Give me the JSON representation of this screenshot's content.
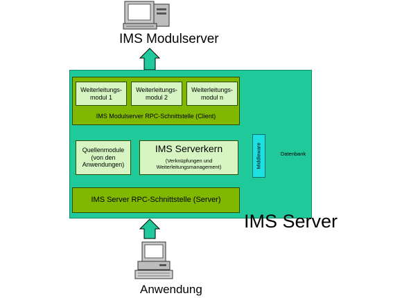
{
  "top_label": "IMS Modulserver",
  "bottom_label": "Anwendung",
  "server_label": "IMS Server",
  "client_box": {
    "modules": [
      "Weiterleitungs-modul 1",
      "Weiterleitungs-modul 2",
      "Weiterleitungs-modul n"
    ],
    "label": "IMS Modulserver RPC-Schnittstelle (Client)"
  },
  "quellenmodule": "Quellenmodule (von den Anwendungen)",
  "serverkern": {
    "title": "IMS Serverkern",
    "subtitle": "(Verknüpfungen und Weiterleitungsmanagement)"
  },
  "middleware": "Middleware",
  "database": "Datenbank",
  "server_rpc": "IMS Server RPC-Schnittstelle (Server)",
  "icons": [
    "computer-monitor-icon",
    "desktop-computer-icon",
    "database-cylinder-icon"
  ],
  "colors": {
    "server_bg": "#1fc99a",
    "box_green": "#80b800",
    "box_light": "#d6f5c2",
    "middleware": "#1fe0e0",
    "arrow": "#1fc99a"
  }
}
